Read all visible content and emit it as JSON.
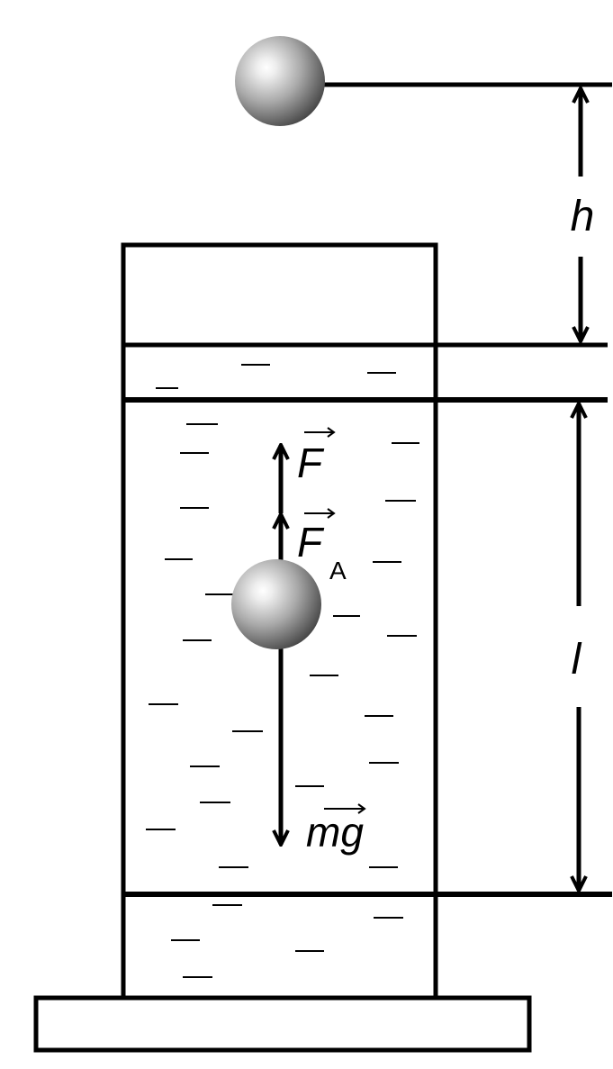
{
  "labels": {
    "height": "h",
    "length": "l",
    "force": "F",
    "buoyancy": "F",
    "buoyancy_subscript": "A",
    "gravity": "mg"
  },
  "colors": {
    "stroke": "#000000",
    "background": "#ffffff",
    "ball_light": "#f4f4f4",
    "ball_mid": "#a9a9a9",
    "ball_dark": "#4a4a4a"
  }
}
